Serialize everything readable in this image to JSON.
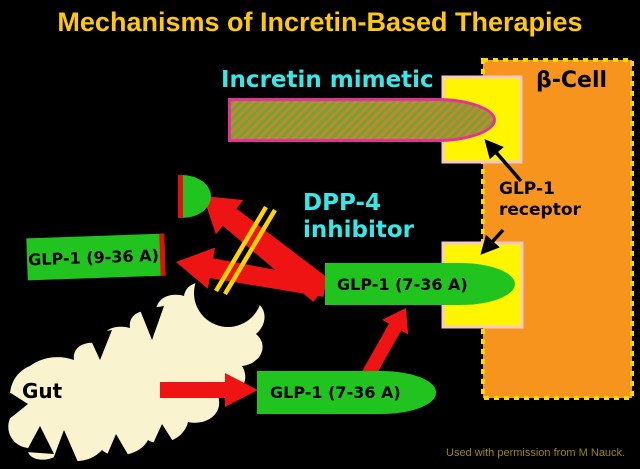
{
  "title": "Mechanisms of Incretin-Based Therapies",
  "labels": {
    "incretin_mimetic": "Incretin mimetic",
    "beta_cell": "β-Cell",
    "glp1_receptor_line1": "GLP-1",
    "glp1_receptor_line2": "receptor",
    "dpp4_line1": "DPP-4",
    "dpp4_line2": "inhibitor",
    "glp1_9_36": "GLP-1 (9-36 A)",
    "glp1_7_36_mid": "GLP-1 (7-36 A)",
    "glp1_7_36_bottom": "GLP-1 (7-36 A)",
    "gut": "Gut",
    "credit": "Used with permission from M Nauck."
  },
  "colors": {
    "background": "#000000",
    "title_gold": "#FFC90B",
    "cyan_label": "#35E9E8",
    "bright_green": "#21C41F",
    "red_accent": "#EF1414",
    "red_edge_strip": "#E01010",
    "cell_orange": "#F7941E",
    "pocket_yellow": "#FFF500",
    "pocket_border_pink": "#F9C8C8",
    "dashed_border_gold": "#FFD800",
    "capsule_border_magenta": "#E8309A",
    "capsule_stripe_green": "#6CA636",
    "capsule_stripe_orange": "#C9862F",
    "inhibition_slash_yellow": "#FFD400",
    "gut_cream": "#FAF3CF",
    "credit_olive": "#9C8500"
  }
}
